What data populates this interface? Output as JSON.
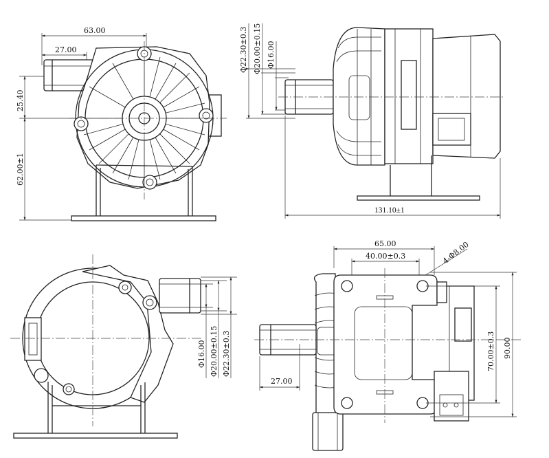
{
  "drawing": {
    "front_view": {
      "dim_width": "63.00",
      "dim_inlet_offset": "27.00",
      "dim_inlet_height": "25.40",
      "dim_total_height": "62.00±1"
    },
    "side_view": {
      "dim_d1": "Φ22.30±0.3",
      "dim_d2": "Φ20.00±0.15",
      "dim_d3": "Φ16.00",
      "dim_length": "131.10±1"
    },
    "rear_view": {
      "dim_d3": "Φ16.00",
      "dim_d2": "Φ20.00±0.15",
      "dim_d1": "Φ22.30±0.3"
    },
    "bottom_view": {
      "dim_bracket_width": "65.00",
      "dim_hole_spacing": "40.00±0.3",
      "dim_holes": "4-Φ8.00",
      "dim_vert_spacing": "70.00±0.3",
      "dim_vert_total": "90.00",
      "dim_inlet_len": "27.00"
    }
  }
}
